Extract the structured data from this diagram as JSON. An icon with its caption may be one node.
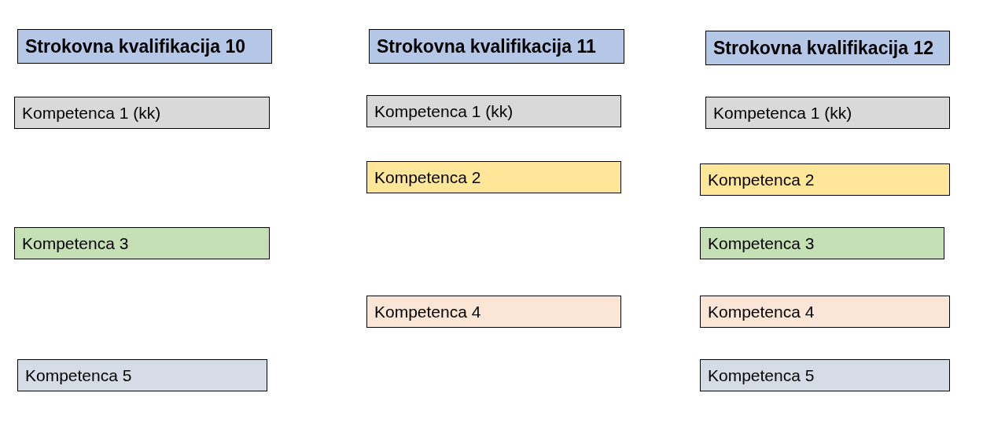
{
  "diagram": {
    "nodes": [
      {
        "text": [
          "Strokovna kvalifikacija 10"
        ]
      },
      {
        "text": [
          "Strokovna kvalifikacija 11"
        ]
      },
      {
        "text": [
          "Strokovna kvalifikacija 12"
        ]
      },
      {
        "text": [
          "Kompetenca 1 (kk)"
        ]
      },
      {
        "text": [
          "Kompetenca 1 (kk)"
        ]
      },
      {
        "text": [
          "Kompetenca 1 (kk)"
        ]
      },
      {
        "text": [
          "Kompetenca 2"
        ]
      },
      {
        "text": [
          "Kompetenca 2"
        ]
      },
      {
        "text": [
          "Kompetenca 3"
        ]
      },
      {
        "text": [
          "Kompetenca 3"
        ]
      },
      {
        "text": [
          "Kompetenca 4"
        ]
      },
      {
        "text": [
          "Kompetenca 4"
        ]
      },
      {
        "text": [
          "Kompetenca 5"
        ]
      },
      {
        "text": [
          "Kompetenca 5"
        ]
      }
    ]
  }
}
